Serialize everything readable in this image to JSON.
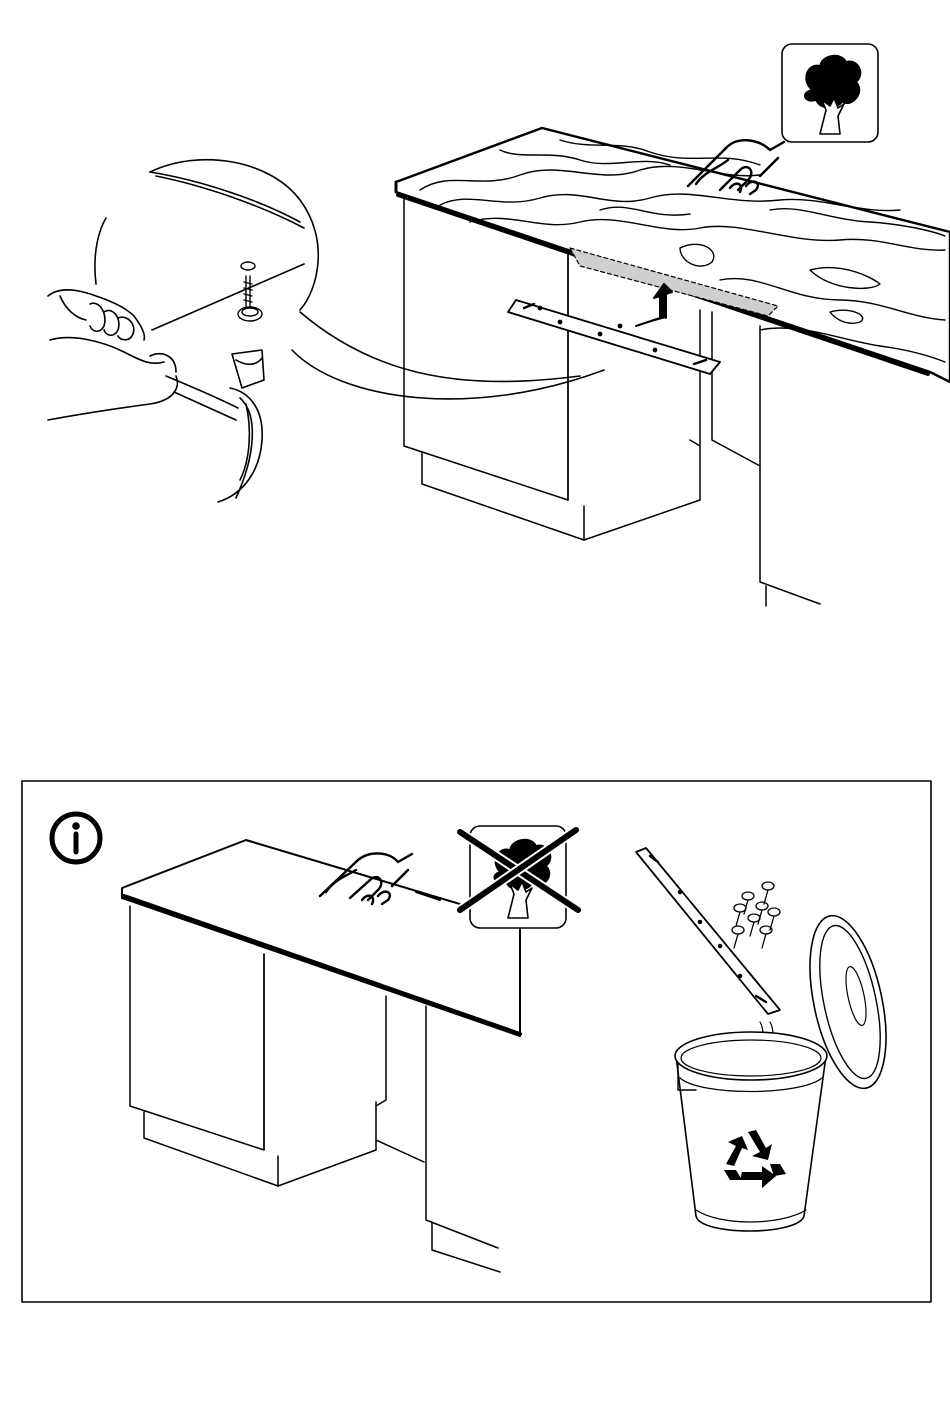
{
  "diagram": {
    "step_top": {
      "symbols": [
        "pointing-hand-icon",
        "wood-tree-icon",
        "hammer-icon",
        "screw-icon",
        "mounting-bracket",
        "up-arrow-icon"
      ],
      "icon_box_color": "#000000"
    },
    "info_panel": {
      "symbols": [
        "info-icon",
        "pointing-hand-icon",
        "no-wood-crossed-icon",
        "mounting-bracket",
        "screws",
        "recycle-bin-icon"
      ]
    },
    "colors": {
      "line": "#000000",
      "background": "#ffffff",
      "highlight_strip": "#cfcfcf"
    }
  }
}
